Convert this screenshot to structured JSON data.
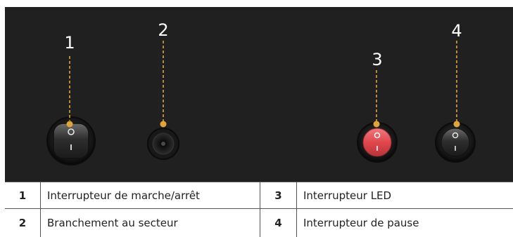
{
  "callouts": [
    {
      "number": "1",
      "description": "Interrupteur de marche/arrêt",
      "icon": "rocker-switch-icon"
    },
    {
      "number": "2",
      "description": "Branchement au secteur",
      "icon": "power-jack-icon"
    },
    {
      "number": "3",
      "description": "Interrupteur LED",
      "icon": "red-rocker-switch-icon"
    },
    {
      "number": "4",
      "description": "Interrupteur de pause",
      "icon": "small-rocker-switch-icon"
    }
  ],
  "switch_symbols": {
    "off": "O",
    "on": "I"
  },
  "colors": {
    "panel": "#232323",
    "leader": "#e2a43a",
    "led_switch": "#e0474d",
    "text_dark": "#222222"
  }
}
